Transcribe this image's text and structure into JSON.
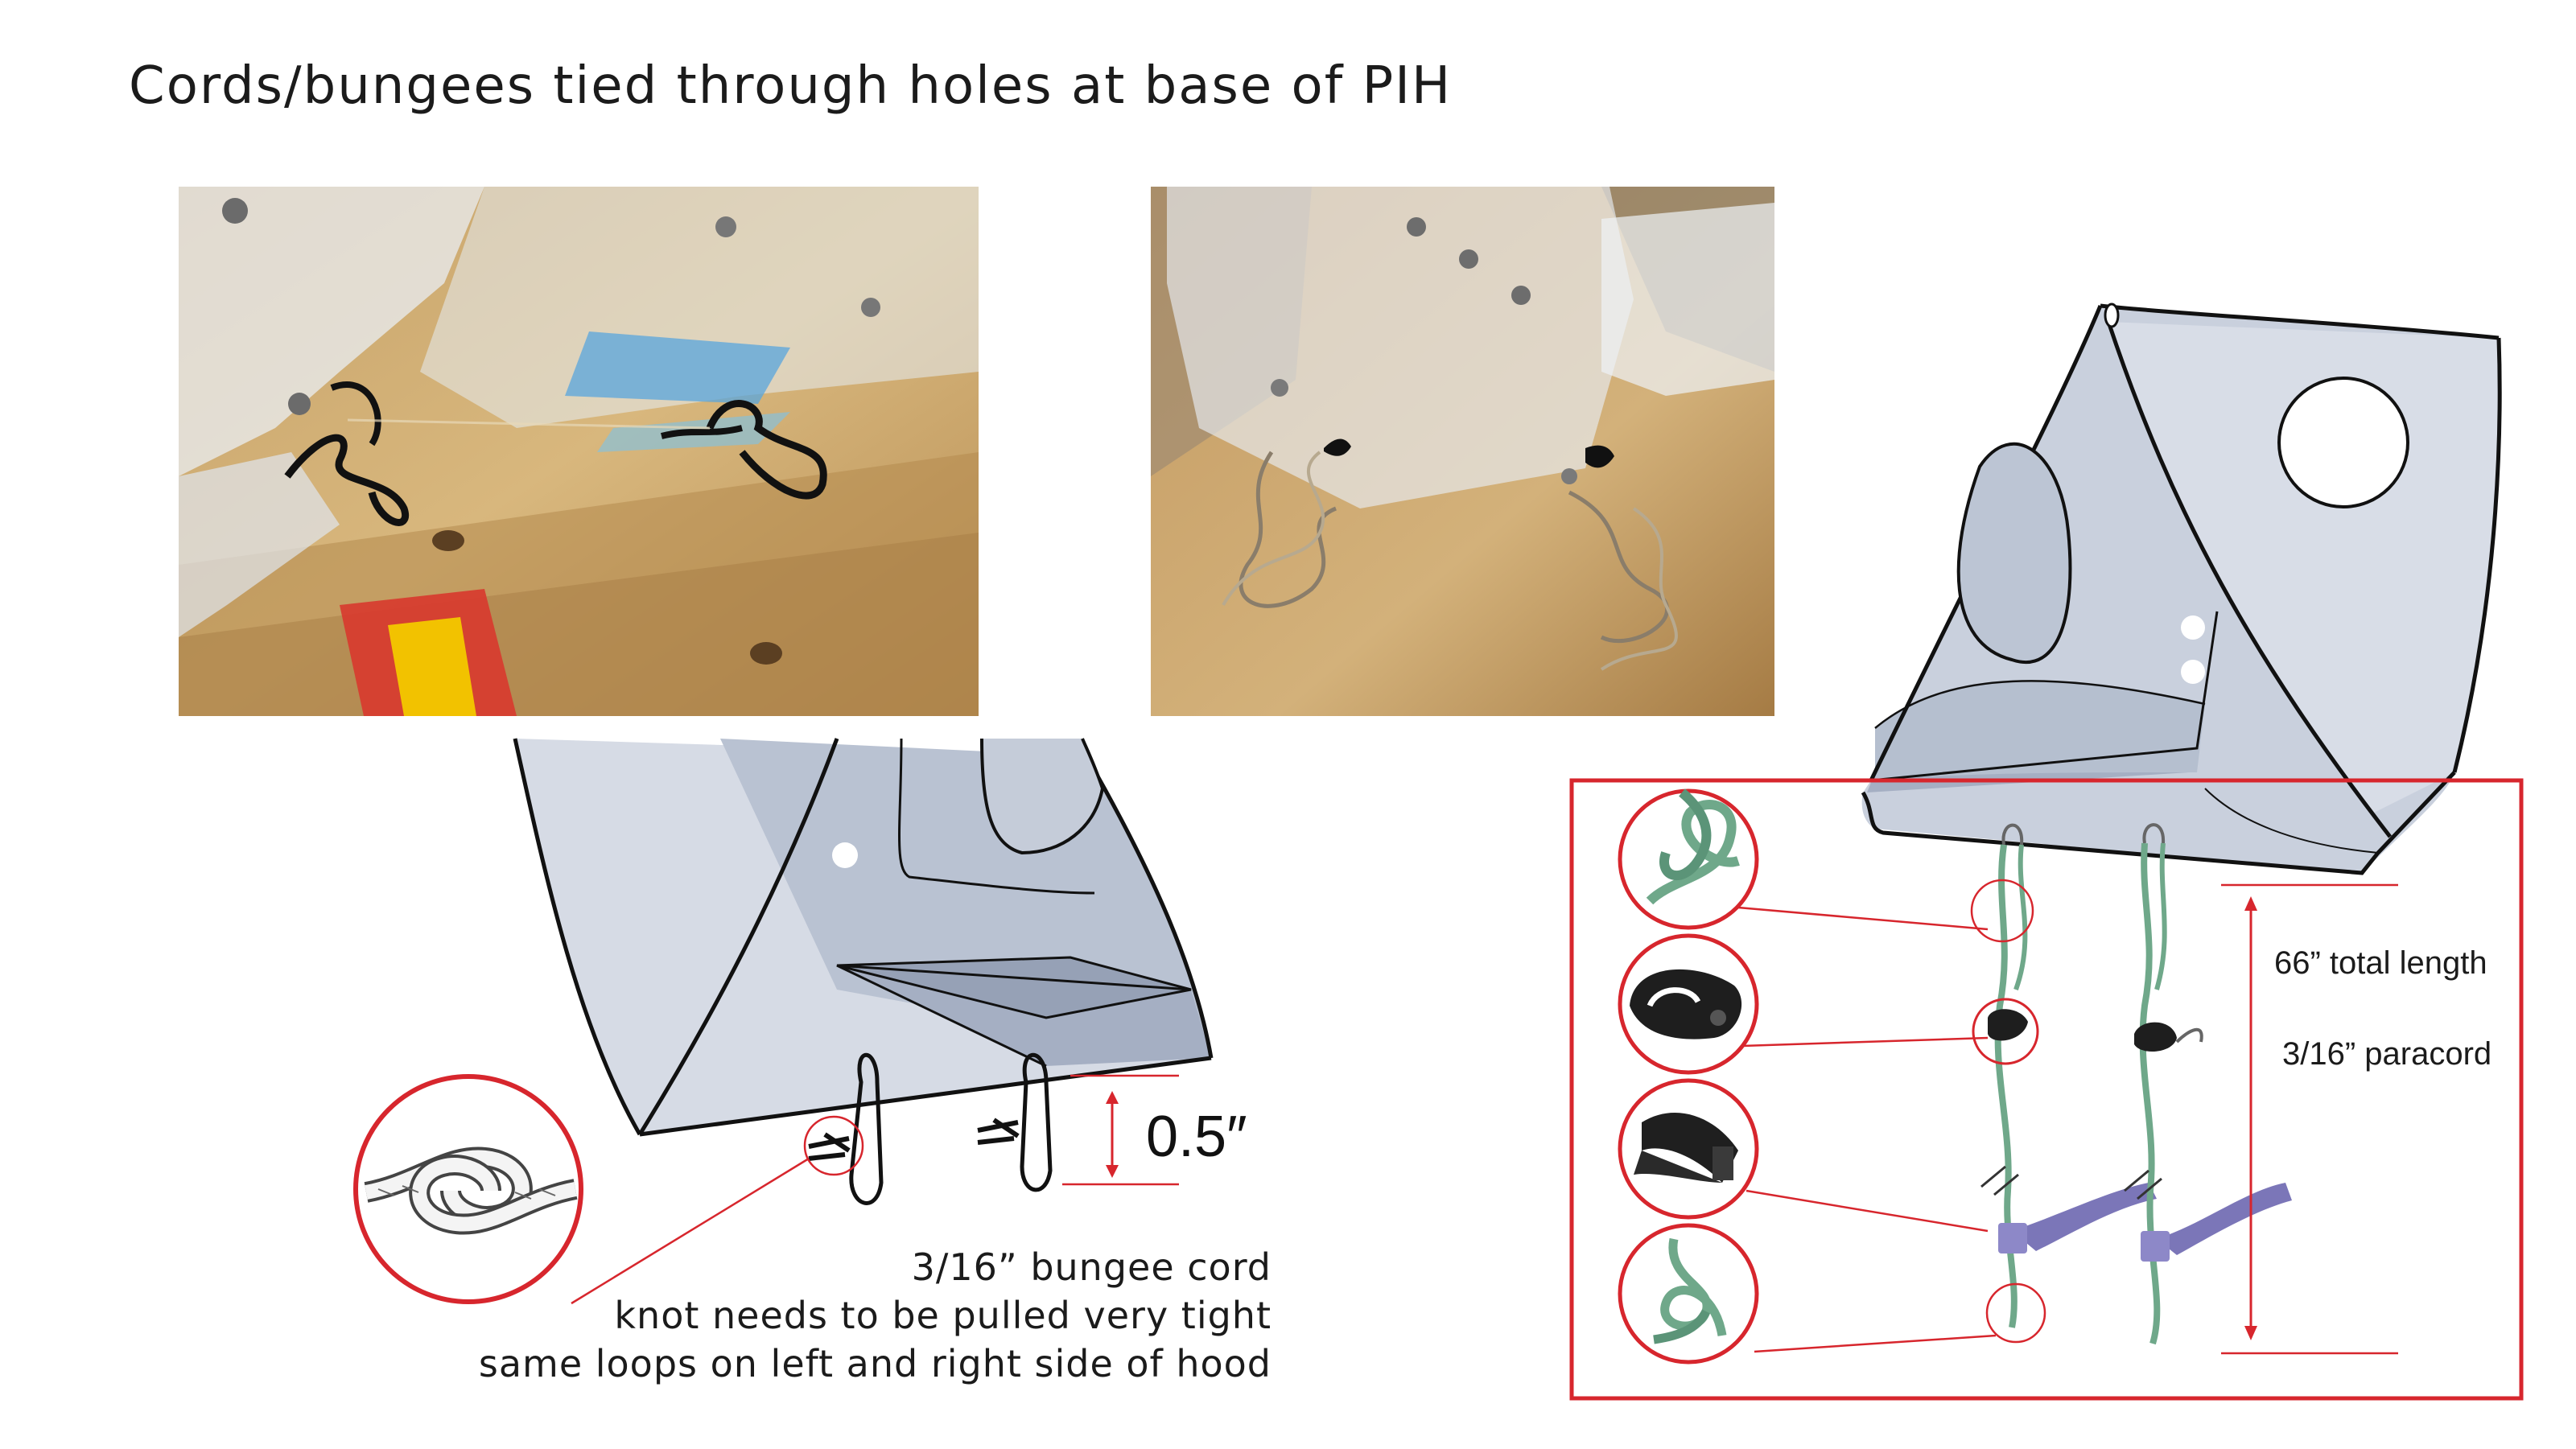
{
  "title": "Cords/bungees tied through holes at base of PIH",
  "measurement": "0.5″",
  "bungee_notes": [
    "3/16” bungee cord",
    "knot needs to be pulled very tight",
    "same loops on left and right side of hood"
  ],
  "paracord": {
    "length_label": "66” total length",
    "cord_label": "3/16” paracord"
  },
  "colors": {
    "hood_fill": "#c9d0dd",
    "hood_dark": "#9aa6ba",
    "outline": "#111111",
    "callout_red": "#d7262d",
    "paracord_green": "#6fa88a",
    "strap_purple": "#7b76b8",
    "wood": "#c9a56a"
  },
  "icons": [
    "square-knot-icon",
    "cord-lock-clip-icon",
    "velcro-strap-icon",
    "overhand-knot-icon"
  ]
}
